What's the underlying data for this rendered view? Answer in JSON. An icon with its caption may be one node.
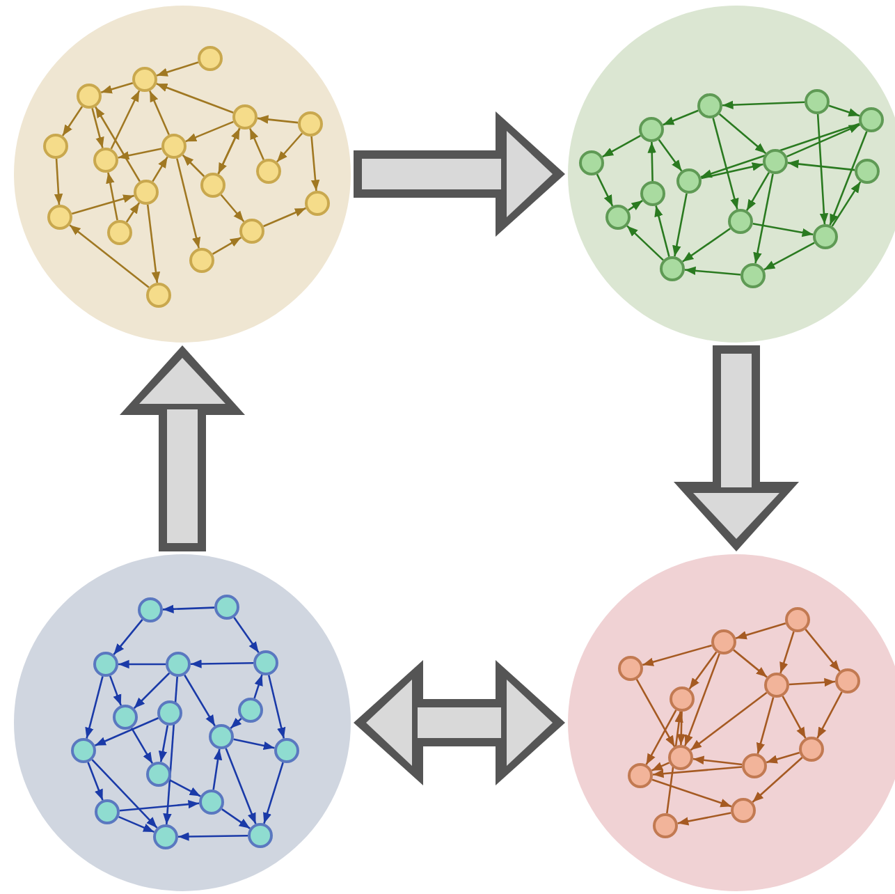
{
  "diagram": {
    "nodes": [
      {
        "text": [],
        "shape": "circle"
      },
      {
        "text": [],
        "shape": "circle"
      },
      {
        "text": [],
        "shape": "circle"
      },
      {
        "text": [],
        "shape": "circle"
      }
    ],
    "edges": [
      {
        "from": 0,
        "to": 1,
        "arrow": "to"
      },
      {
        "from": 1,
        "to": 3,
        "arrow": "to"
      },
      {
        "from": 3,
        "to": 2,
        "arrow": "both"
      },
      {
        "from": 2,
        "to": 0,
        "arrow": "to"
      }
    ]
  }
}
